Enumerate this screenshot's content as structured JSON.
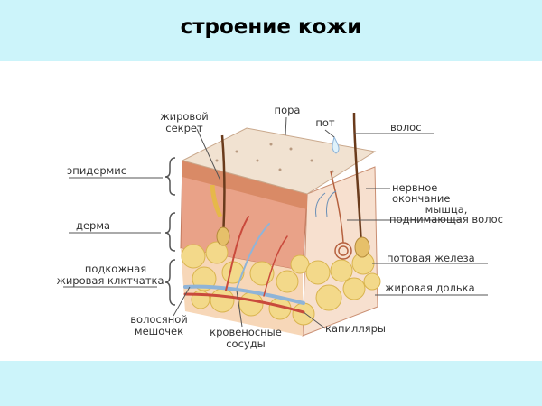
{
  "title": "строение кожи",
  "labels": {
    "sebum_line1": "жировой",
    "sebum_line2": "секрет",
    "pore": "пора",
    "sweat": "пот",
    "hair": "волос",
    "epidermis": "эпидермис",
    "nerve_line1": "нервное",
    "nerve_line2": "окончание",
    "muscle_line1": "мышца,",
    "muscle_line2": "поднимающая волос",
    "dermis": "дерма",
    "sweat_gland": "потовая железа",
    "subcut_line1": "подкожная",
    "subcut_line2": "жировая клктчатка",
    "fat_lobule": "жировая долька",
    "follicle_line1": "волосяной",
    "follicle_line2": "мешочек",
    "vessels_line1": "кровеносные",
    "vessels_line2": "сосуды",
    "capillaries": "капилляры"
  },
  "colors": {
    "band": "#ccf4fa",
    "surface": "#f1e2d1",
    "epidermis": "#d98a66",
    "dermis": "#e9a288",
    "fat": "#f3d98a",
    "fat_outline": "#d9b44e",
    "vessel_red": "#c94a3c",
    "vessel_blue": "#8fb4d8",
    "hair": "#6a3b1c",
    "label_line": "#555555"
  }
}
